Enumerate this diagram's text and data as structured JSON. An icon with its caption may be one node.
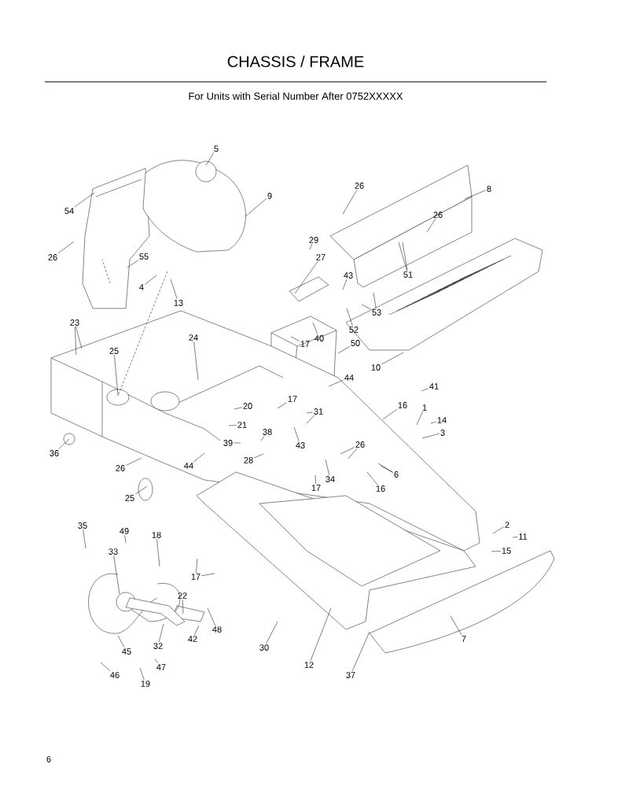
{
  "diagram": {
    "title": "CHASSIS / FRAME",
    "nodes": [
      {
        "text": [
          "5"
        ]
      },
      {
        "text": [
          "9"
        ]
      },
      {
        "text": [
          "54"
        ]
      },
      {
        "text": [
          "26"
        ]
      },
      {
        "text": [
          "55"
        ]
      },
      {
        "text": [
          "4"
        ]
      },
      {
        "text": [
          "13"
        ]
      },
      {
        "text": [
          "26"
        ]
      },
      {
        "text": [
          "8"
        ]
      },
      {
        "text": [
          "26"
        ]
      },
      {
        "text": [
          "29"
        ]
      },
      {
        "text": [
          "27"
        ]
      },
      {
        "text": [
          "43"
        ]
      },
      {
        "text": [
          "52"
        ]
      },
      {
        "text": [
          "53"
        ]
      },
      {
        "text": [
          "51"
        ]
      },
      {
        "text": [
          "10"
        ]
      },
      {
        "text": [
          "40"
        ]
      },
      {
        "text": [
          "17"
        ]
      },
      {
        "text": [
          "50"
        ]
      },
      {
        "text": [
          "23"
        ]
      },
      {
        "text": [
          "25"
        ]
      },
      {
        "text": [
          "24"
        ]
      },
      {
        "text": [
          "44"
        ]
      },
      {
        "text": [
          "41"
        ]
      },
      {
        "text": [
          "16"
        ]
      },
      {
        "text": [
          "1"
        ]
      },
      {
        "text": [
          "14"
        ]
      },
      {
        "text": [
          "3"
        ]
      },
      {
        "text": [
          "20"
        ]
      },
      {
        "text": [
          "17"
        ]
      },
      {
        "text": [
          "31"
        ]
      },
      {
        "text": [
          "21"
        ]
      },
      {
        "text": [
          "38"
        ]
      },
      {
        "text": [
          "39"
        ]
      },
      {
        "text": [
          "43"
        ]
      },
      {
        "text": [
          "26"
        ]
      },
      {
        "text": [
          "28"
        ]
      },
      {
        "text": [
          "34"
        ]
      },
      {
        "text": [
          "17"
        ]
      },
      {
        "text": [
          "6"
        ]
      },
      {
        "text": [
          "16"
        ]
      },
      {
        "text": [
          "26"
        ]
      },
      {
        "text": [
          "44"
        ]
      },
      {
        "text": [
          "36"
        ]
      },
      {
        "text": [
          "25"
        ]
      },
      {
        "text": [
          "2"
        ]
      },
      {
        "text": [
          "11"
        ]
      },
      {
        "text": [
          "15"
        ]
      },
      {
        "text": [
          "35"
        ]
      },
      {
        "text": [
          "49"
        ]
      },
      {
        "text": [
          "18"
        ]
      },
      {
        "text": [
          "33"
        ]
      },
      {
        "text": [
          "22"
        ]
      },
      {
        "text": [
          "17"
        ]
      },
      {
        "text": [
          "48"
        ]
      },
      {
        "text": [
          "42"
        ]
      },
      {
        "text": [
          "32"
        ]
      },
      {
        "text": [
          "45"
        ]
      },
      {
        "text": [
          "46"
        ]
      },
      {
        "text": [
          "47"
        ]
      },
      {
        "text": [
          "19"
        ]
      },
      {
        "text": [
          "30"
        ]
      },
      {
        "text": [
          "12"
        ]
      },
      {
        "text": [
          "37"
        ]
      },
      {
        "text": [
          "7"
        ]
      }
    ],
    "edges": [
      {
        "from": 0,
        "to": null,
        "arrow": "none"
      },
      {
        "from": 1,
        "to": null,
        "arrow": "none"
      },
      {
        "from": 2,
        "to": null,
        "arrow": "none"
      },
      {
        "from": 3,
        "to": null,
        "arrow": "none"
      },
      {
        "from": 4,
        "to": null,
        "arrow": "none"
      },
      {
        "from": 5,
        "to": null,
        "arrow": "none"
      },
      {
        "from": 6,
        "to": null,
        "arrow": "none"
      },
      {
        "from": 7,
        "to": null,
        "arrow": "none"
      },
      {
        "from": 8,
        "to": null,
        "arrow": "none"
      },
      {
        "from": 9,
        "to": null,
        "arrow": "none"
      },
      {
        "from": 10,
        "to": null,
        "arrow": "none"
      },
      {
        "from": 11,
        "to": null,
        "arrow": "none"
      },
      {
        "from": 12,
        "to": null,
        "arrow": "none"
      },
      {
        "from": 13,
        "to": null,
        "arrow": "none"
      },
      {
        "from": 14,
        "to": null,
        "arrow": "none"
      },
      {
        "from": 14,
        "to": null,
        "arrow": "none"
      },
      {
        "from": 15,
        "to": null,
        "arrow": "none"
      },
      {
        "from": 15,
        "to": null,
        "arrow": "none"
      },
      {
        "from": 16,
        "to": null,
        "arrow": "none"
      },
      {
        "from": 17,
        "to": null,
        "arrow": "none"
      },
      {
        "from": 18,
        "to": null,
        "arrow": "none"
      },
      {
        "from": 19,
        "to": null,
        "arrow": "none"
      },
      {
        "from": 20,
        "to": null,
        "arrow": "none"
      },
      {
        "from": 20,
        "to": null,
        "arrow": "none"
      },
      {
        "from": 21,
        "to": null,
        "arrow": "none"
      },
      {
        "from": 22,
        "to": null,
        "arrow": "none"
      },
      {
        "from": 23,
        "to": null,
        "arrow": "none"
      },
      {
        "from": 24,
        "to": null,
        "arrow": "none"
      },
      {
        "from": 25,
        "to": null,
        "arrow": "none"
      },
      {
        "from": 26,
        "to": null,
        "arrow": "none"
      },
      {
        "from": 27,
        "to": null,
        "arrow": "none"
      },
      {
        "from": 28,
        "to": null,
        "arrow": "none"
      },
      {
        "from": 29,
        "to": null,
        "arrow": "none"
      },
      {
        "from": 30,
        "to": null,
        "arrow": "none"
      },
      {
        "from": 31,
        "to": null,
        "arrow": "none"
      },
      {
        "from": 31,
        "to": null,
        "arrow": "none"
      },
      {
        "from": 32,
        "to": null,
        "arrow": "none"
      },
      {
        "from": 33,
        "to": null,
        "arrow": "none"
      },
      {
        "from": 34,
        "to": null,
        "arrow": "none"
      },
      {
        "from": 35,
        "to": null,
        "arrow": "none"
      },
      {
        "from": 36,
        "to": null,
        "arrow": "none"
      },
      {
        "from": 36,
        "to": null,
        "arrow": "none"
      },
      {
        "from": 37,
        "to": null,
        "arrow": "none"
      },
      {
        "from": 38,
        "to": null,
        "arrow": "none"
      },
      {
        "from": 39,
        "to": null,
        "arrow": "none"
      },
      {
        "from": 40,
        "to": null,
        "arrow": "none"
      },
      {
        "from": 40,
        "to": null,
        "arrow": "none"
      },
      {
        "from": 41,
        "to": null,
        "arrow": "none"
      },
      {
        "from": 42,
        "to": null,
        "arrow": "none"
      },
      {
        "from": 43,
        "to": null,
        "arrow": "none"
      },
      {
        "from": 44,
        "to": null,
        "arrow": "none"
      },
      {
        "from": 45,
        "to": null,
        "arrow": "none"
      },
      {
        "from": 46,
        "to": null,
        "arrow": "none"
      },
      {
        "from": 47,
        "to": null,
        "arrow": "none"
      },
      {
        "from": 48,
        "to": null,
        "arrow": "none"
      },
      {
        "from": 49,
        "to": null,
        "arrow": "none"
      },
      {
        "from": 50,
        "to": null,
        "arrow": "none"
      },
      {
        "from": 51,
        "to": null,
        "arrow": "none"
      },
      {
        "from": 52,
        "to": null,
        "arrow": "none"
      },
      {
        "from": 53,
        "to": null,
        "arrow": "none"
      },
      {
        "from": 54,
        "to": null,
        "arrow": "none"
      },
      {
        "from": 54,
        "to": null,
        "arrow": "none"
      },
      {
        "from": 55,
        "to": null,
        "arrow": "none"
      },
      {
        "from": 56,
        "to": null,
        "arrow": "none"
      },
      {
        "from": 57,
        "to": null,
        "arrow": "none"
      },
      {
        "from": 58,
        "to": null,
        "arrow": "none"
      },
      {
        "from": 59,
        "to": null,
        "arrow": "none"
      },
      {
        "from": 60,
        "to": null,
        "arrow": "none"
      },
      {
        "from": 61,
        "to": null,
        "arrow": "none"
      },
      {
        "from": 62,
        "to": null,
        "arrow": "none"
      },
      {
        "from": 63,
        "to": null,
        "arrow": "none"
      },
      {
        "from": 64,
        "to": null,
        "arrow": "none"
      },
      {
        "from": 65,
        "to": null,
        "arrow": "none"
      }
    ],
    "labels": [
      "For Units with Serial Number After 0752XXXXX",
      "6"
    ]
  }
}
